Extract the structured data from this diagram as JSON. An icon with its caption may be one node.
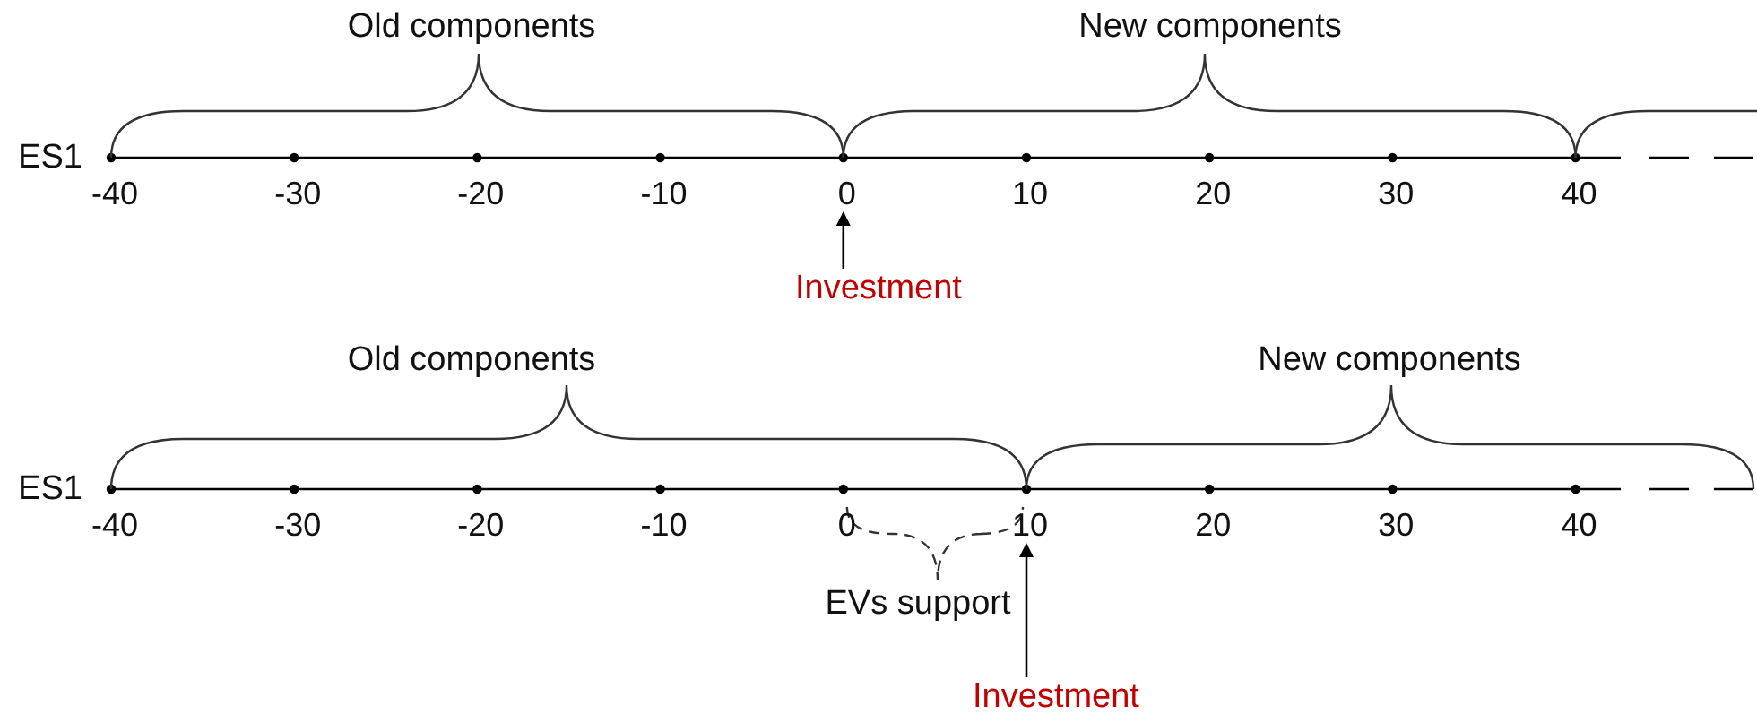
{
  "diagram": {
    "nodes": [
      {
        "text": [
          "0"
        ]
      },
      {
        "text": [
          "Investment"
        ]
      },
      {
        "text": [
          "10"
        ]
      },
      {
        "text": [
          "Investment"
        ]
      }
    ],
    "edges": [
      {
        "from": 1,
        "to": 0,
        "arrow": "to"
      },
      {
        "from": 3,
        "to": 2,
        "arrow": "to"
      }
    ],
    "labels": [
      "Old components",
      "New components",
      "ES1",
      "-40",
      "-30",
      "-20",
      "-10",
      "10",
      "20",
      "30",
      "40",
      "Old components",
      "New components",
      "ES1",
      "-40",
      "-30",
      "-20",
      "-10",
      "0",
      "20",
      "30",
      "40",
      "EVs support"
    ]
  }
}
